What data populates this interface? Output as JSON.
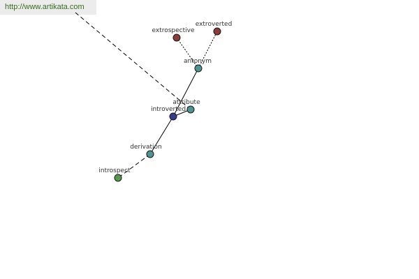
{
  "watermark": {
    "url": "http://www.artikata.com"
  },
  "colors": {
    "teal": "#4d9492",
    "red": "#8b3b3b",
    "navy": "#3a3a8c",
    "green": "#5a9650"
  },
  "nodes": [
    {
      "id": "introverted",
      "label": "introverted",
      "color": "navy"
    },
    {
      "id": "antonym",
      "label": "antonym",
      "color": "teal"
    },
    {
      "id": "attribute",
      "label": "attribute",
      "color": "teal"
    },
    {
      "id": "derivation",
      "label": "derivation",
      "color": "teal"
    },
    {
      "id": "extrospective",
      "label": "extrospective",
      "color": "red"
    },
    {
      "id": "extroverted",
      "label": "extroverted",
      "color": "red"
    },
    {
      "id": "introspect",
      "label": "introspect",
      "color": "green"
    }
  ],
  "edges": [
    {
      "from": "introverted",
      "to": "antonym",
      "style": "solid"
    },
    {
      "from": "introverted",
      "to": "attribute",
      "style": "solid"
    },
    {
      "from": "introverted",
      "to": "derivation",
      "style": "solid"
    },
    {
      "from": "antonym",
      "to": "extrospective",
      "style": "dotted"
    },
    {
      "from": "antonym",
      "to": "extroverted",
      "style": "dotted"
    },
    {
      "from": "derivation",
      "to": "introspect",
      "style": "dashed"
    },
    {
      "from": "attribute",
      "to": "offscreen",
      "style": "dashed"
    }
  ]
}
